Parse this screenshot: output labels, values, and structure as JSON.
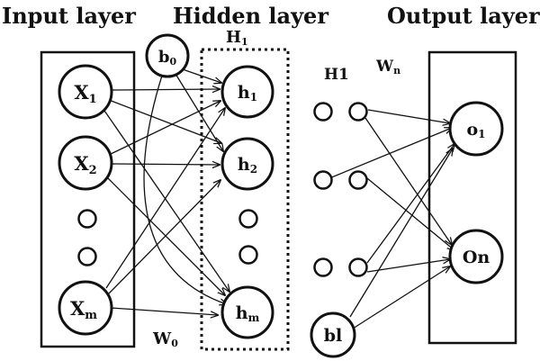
{
  "titles": {
    "input": "Input layer",
    "hidden": "Hidden layer",
    "output": "Output layer"
  },
  "labels": {
    "h1_top": "H",
    "h1_top_sub": "1",
    "h1_right": "H1",
    "wn": "W",
    "wn_sub": "n",
    "w0": "W",
    "w0_sub": "0"
  },
  "nodes": {
    "x1": {
      "main": "X",
      "sub": "1"
    },
    "x2": {
      "main": "X",
      "sub": "2"
    },
    "xm": {
      "main": "X",
      "sub": "m"
    },
    "b0": {
      "main": "b",
      "sub": "0"
    },
    "h1": {
      "main": "h",
      "sub": "1"
    },
    "h2": {
      "main": "h",
      "sub": "2"
    },
    "hm": {
      "main": "h",
      "sub": "m"
    },
    "bl": {
      "main": "bl",
      "sub": ""
    },
    "o1": {
      "main": "o",
      "sub": "1"
    },
    "on": {
      "main": "On",
      "sub": ""
    }
  }
}
